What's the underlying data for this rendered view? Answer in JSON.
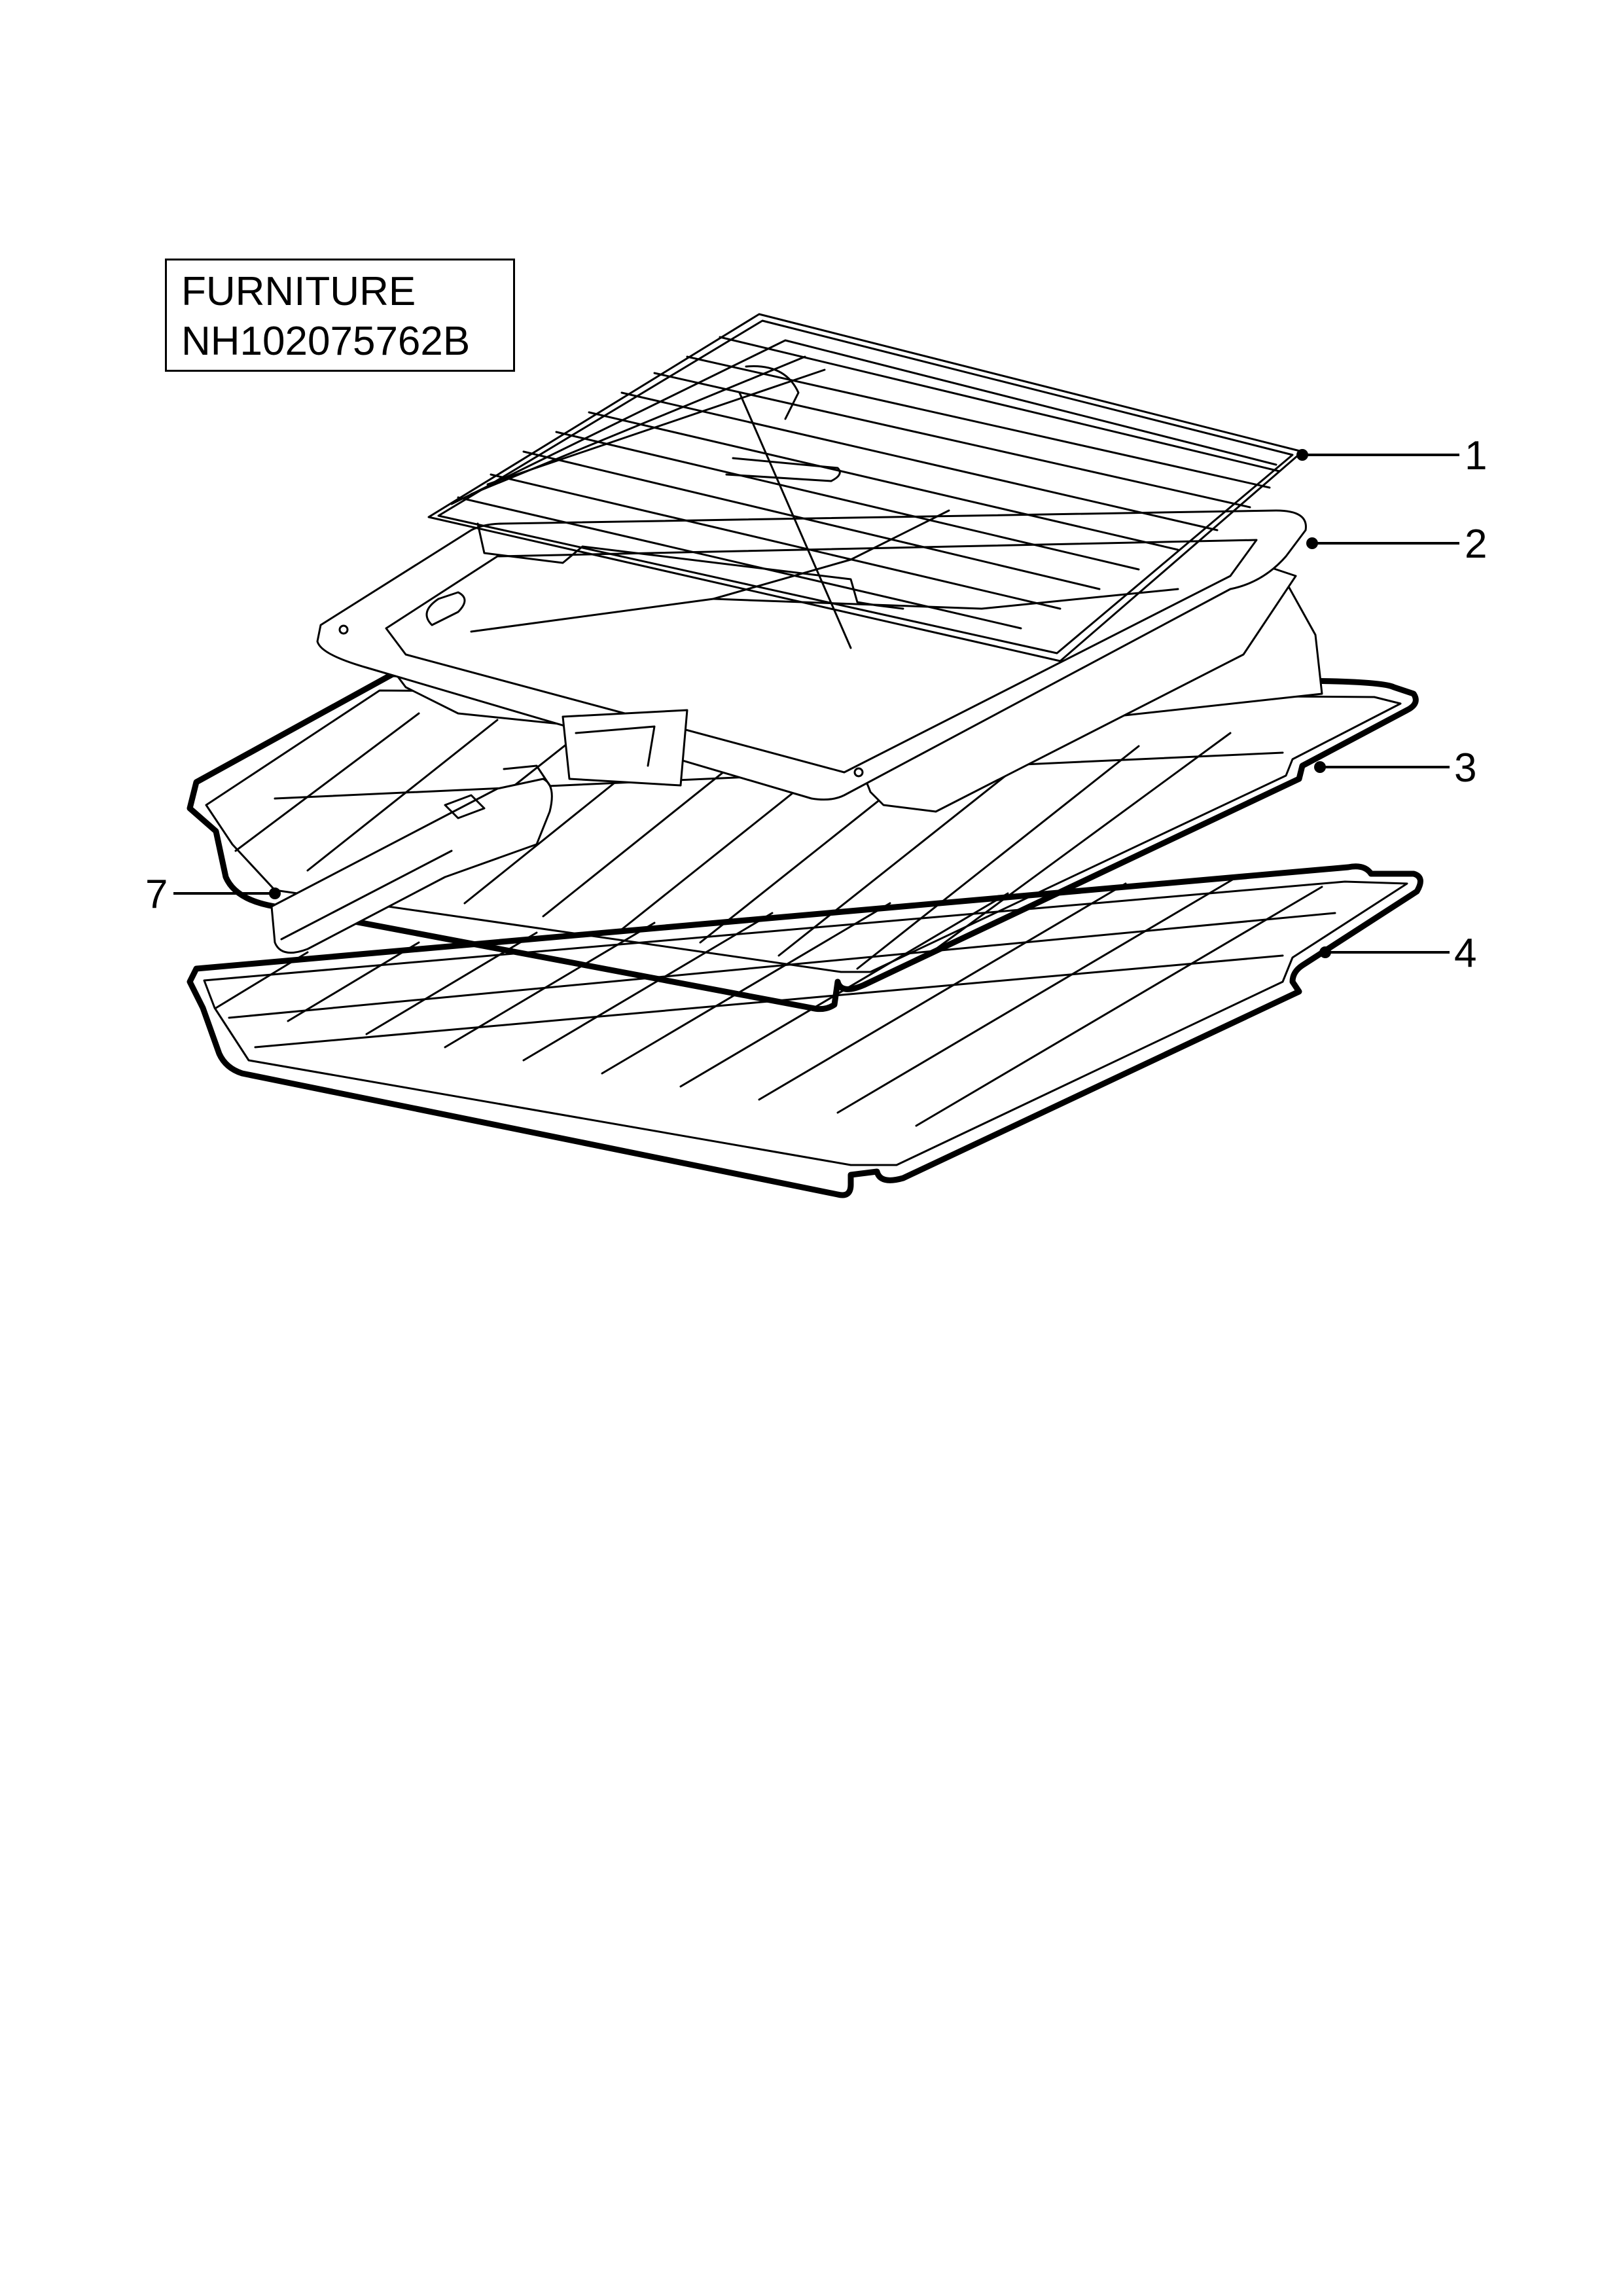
{
  "title": {
    "line1": "FURNITURE",
    "line2": "NH102075762B"
  },
  "callouts": [
    {
      "id": "1",
      "label": "1",
      "part": "wire-grid-shelf"
    },
    {
      "id": "2",
      "label": "2",
      "part": "grill-pan"
    },
    {
      "id": "3",
      "label": "3",
      "part": "upper-oven-shelf"
    },
    {
      "id": "4",
      "label": "4",
      "part": "lower-oven-shelf"
    },
    {
      "id": "7",
      "label": "7",
      "part": "grill-pan-handle"
    }
  ]
}
